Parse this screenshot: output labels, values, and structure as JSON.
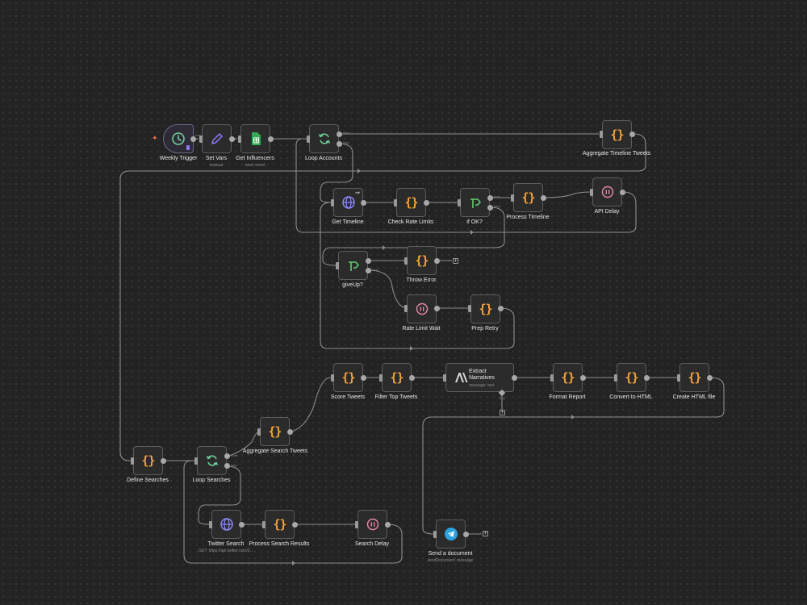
{
  "nodes": [
    {
      "id": "weekly-trigger",
      "label": "Weekly Trigger",
      "sub": "",
      "icon": "clock-icon"
    },
    {
      "id": "set-vars",
      "label": "Set Vars",
      "sub": "manual",
      "icon": "pencil-icon"
    },
    {
      "id": "get-influencers",
      "label": "Get Influencers",
      "sub": "read: sheet",
      "icon": "google-sheets-icon"
    },
    {
      "id": "loop-accounts",
      "label": "Loop Accounts",
      "sub": "",
      "icon": "loop-icon"
    },
    {
      "id": "aggregate-timeline",
      "label": "Aggregate Timeline Tweets",
      "sub": "",
      "icon": "code-icon"
    },
    {
      "id": "get-timeline",
      "label": "Get Timeline",
      "sub": "",
      "icon": "globe-icon"
    },
    {
      "id": "check-rate-limits",
      "label": "Check Rate Limits",
      "sub": "",
      "icon": "code-icon"
    },
    {
      "id": "if-ok",
      "label": "if OK?",
      "sub": "",
      "icon": "if-branch-icon"
    },
    {
      "id": "process-timeline",
      "label": "Process Timeline",
      "sub": "",
      "icon": "code-icon"
    },
    {
      "id": "api-delay",
      "label": "API Delay",
      "sub": "",
      "icon": "pause-icon"
    },
    {
      "id": "give-up",
      "label": "giveUp?",
      "sub": "",
      "icon": "if-branch-icon"
    },
    {
      "id": "throw-error",
      "label": "Throw Error",
      "sub": "",
      "icon": "code-icon"
    },
    {
      "id": "rate-limit-wait",
      "label": "Rate Limit Wait",
      "sub": "",
      "icon": "pause-icon"
    },
    {
      "id": "prep-retry",
      "label": "Prep Retry",
      "sub": "",
      "icon": "code-icon"
    },
    {
      "id": "score-tweets",
      "label": "Score Tweets",
      "sub": "",
      "icon": "code-icon"
    },
    {
      "id": "filter-top-tweets",
      "label": "Filter Top Tweets",
      "sub": "",
      "icon": "code-icon"
    },
    {
      "id": "extract-narratives",
      "label": "Extract Narratives",
      "sub": "message: text",
      "icon": "anthropic-icon"
    },
    {
      "id": "format-report",
      "label": "Format Report",
      "sub": "",
      "icon": "code-icon"
    },
    {
      "id": "convert-to-html",
      "label": "Convert to HTML",
      "sub": "",
      "icon": "code-icon"
    },
    {
      "id": "create-html-file",
      "label": "Create HTML file",
      "sub": "",
      "icon": "code-icon"
    },
    {
      "id": "aggregate-search",
      "label": "Aggregate Search Tweets",
      "sub": "",
      "icon": "code-icon"
    },
    {
      "id": "define-searches",
      "label": "Define Searches",
      "sub": "",
      "icon": "code-icon"
    },
    {
      "id": "loop-searches",
      "label": "Loop Searches",
      "sub": "",
      "icon": "loop-icon"
    },
    {
      "id": "twitter-search",
      "label": "Twitter Search",
      "sub": "GET: https://api.twitter.com/2...",
      "icon": "globe-icon"
    },
    {
      "id": "process-search-results",
      "label": "Process Search Results",
      "sub": "",
      "icon": "code-icon"
    },
    {
      "id": "search-delay",
      "label": "Search Delay",
      "sub": "",
      "icon": "pause-icon"
    },
    {
      "id": "send-document",
      "label": "Send a document",
      "sub": "sendDocument: message",
      "icon": "telegram-icon"
    }
  ],
  "ports": {
    "loop_done": "done",
    "loop_loop": "loop",
    "true": "true",
    "false": "false",
    "tools": "Tools",
    "test": "test"
  },
  "colors": {
    "background": "#232323",
    "edge": "#8d8d8d",
    "code": "#f4a23c",
    "trigger": "#6fcf97",
    "pencil": "#8b7cf6",
    "sheets": "#34a853",
    "branch": "#5dcf6a",
    "pause": "#e88aa6",
    "globe": "#8f8cff",
    "telegram": "#2aa3e0",
    "star": "#ef6a4e"
  }
}
